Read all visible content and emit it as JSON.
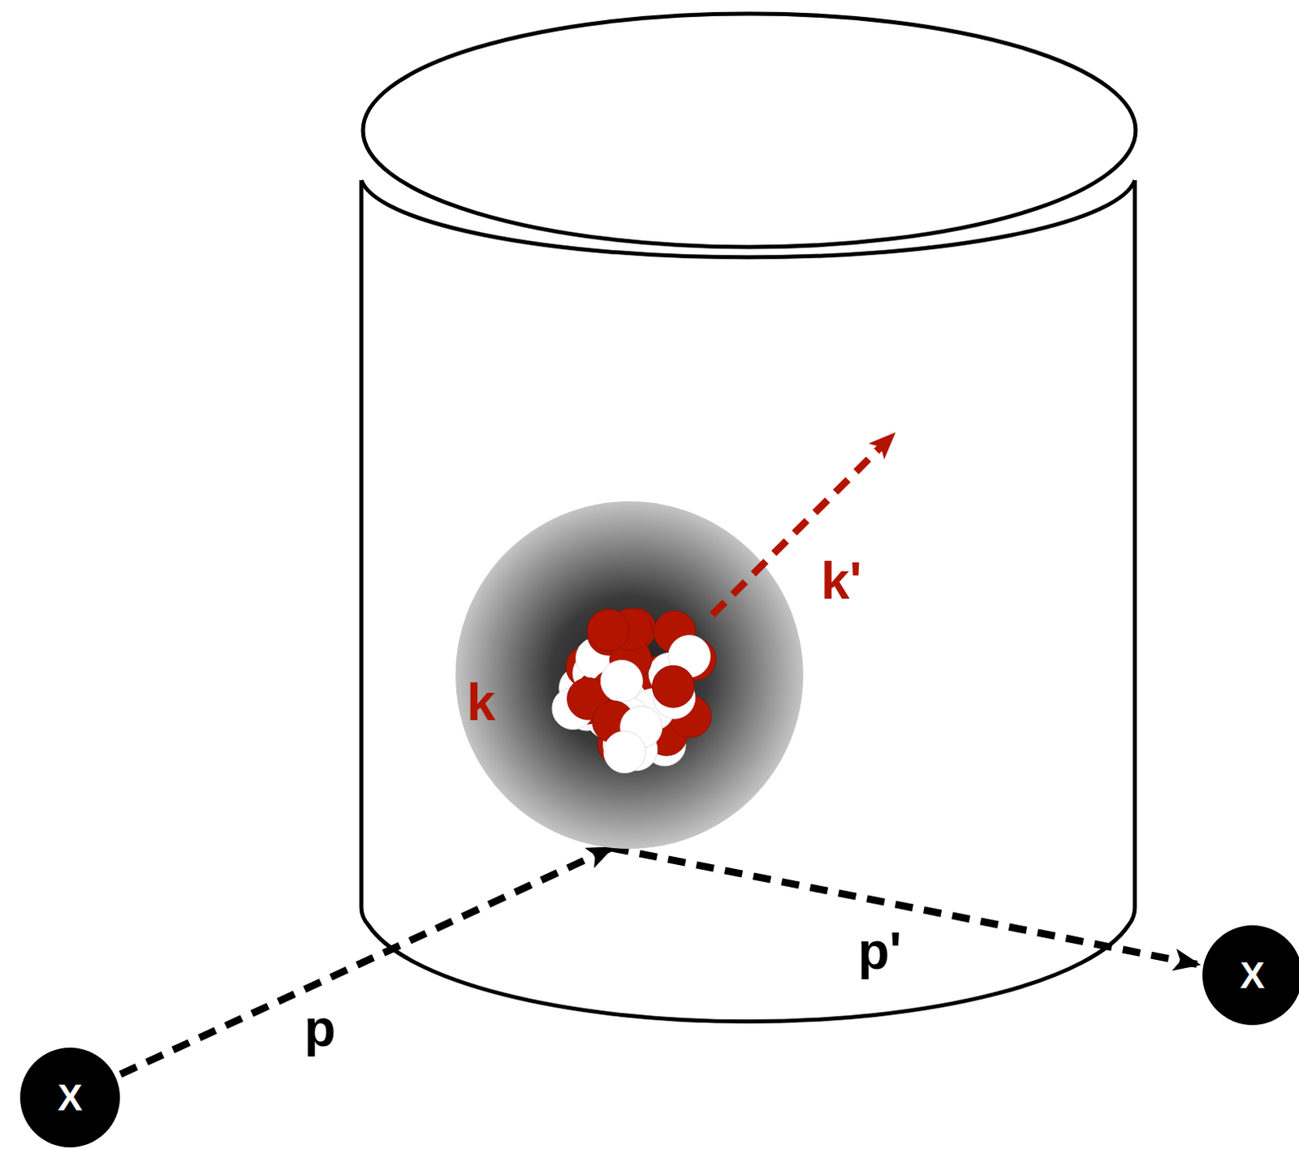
{
  "diagram": {
    "nodes": [
      {
        "text": [
          "X"
        ]
      },
      {
        "text": [
          "k"
        ]
      },
      {
        "text": [
          "X"
        ]
      }
    ],
    "edges": [
      {
        "from": 0,
        "to": 1,
        "label": "p",
        "arrow": "to"
      },
      {
        "from": 1,
        "to": 2,
        "label": "p'",
        "arrow": "to"
      }
    ],
    "labels": [
      "k'"
    ]
  }
}
